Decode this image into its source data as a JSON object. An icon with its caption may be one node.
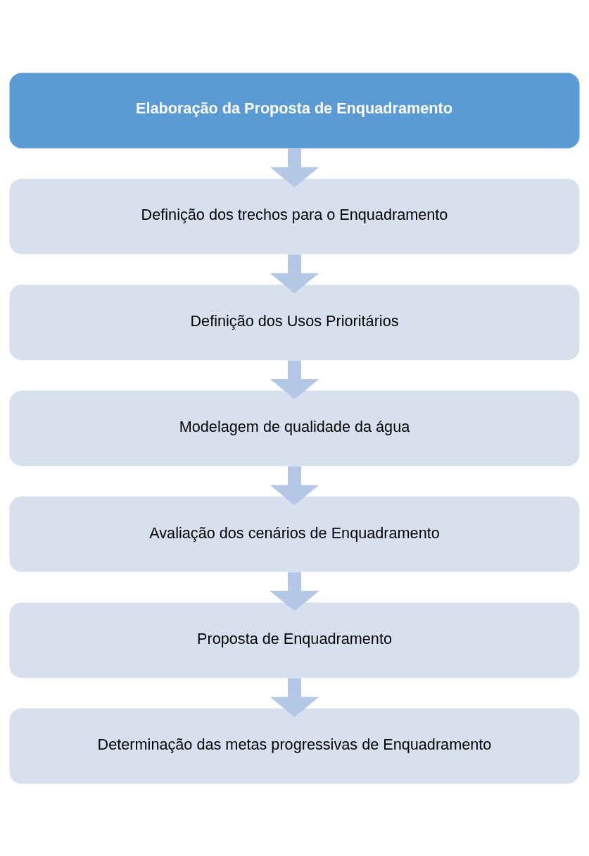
{
  "diagram": {
    "nodes": [
      {
        "text": [
          "Elaboração da Proposta de Enquadramento"
        ]
      },
      {
        "text": [
          "Definição dos trechos para o Enquadramento"
        ]
      },
      {
        "text": [
          "Definição dos Usos Prioritários"
        ]
      },
      {
        "text": [
          "Modelagem de qualidade da água"
        ]
      },
      {
        "text": [
          "Avaliação dos cenários de Enquadramento"
        ]
      },
      {
        "text": [
          "Proposta de Enquadramento"
        ]
      },
      {
        "text": [
          "Determinação das metas progressivas de Enquadramento"
        ]
      }
    ],
    "edges": [
      {
        "from": 0,
        "to": 1,
        "arrow": "to"
      },
      {
        "from": 1,
        "to": 2,
        "arrow": "to"
      },
      {
        "from": 2,
        "to": 3,
        "arrow": "to"
      },
      {
        "from": 3,
        "to": 4,
        "arrow": "to"
      },
      {
        "from": 4,
        "to": 5,
        "arrow": "to"
      },
      {
        "from": 5,
        "to": 6,
        "arrow": "to"
      }
    ]
  }
}
